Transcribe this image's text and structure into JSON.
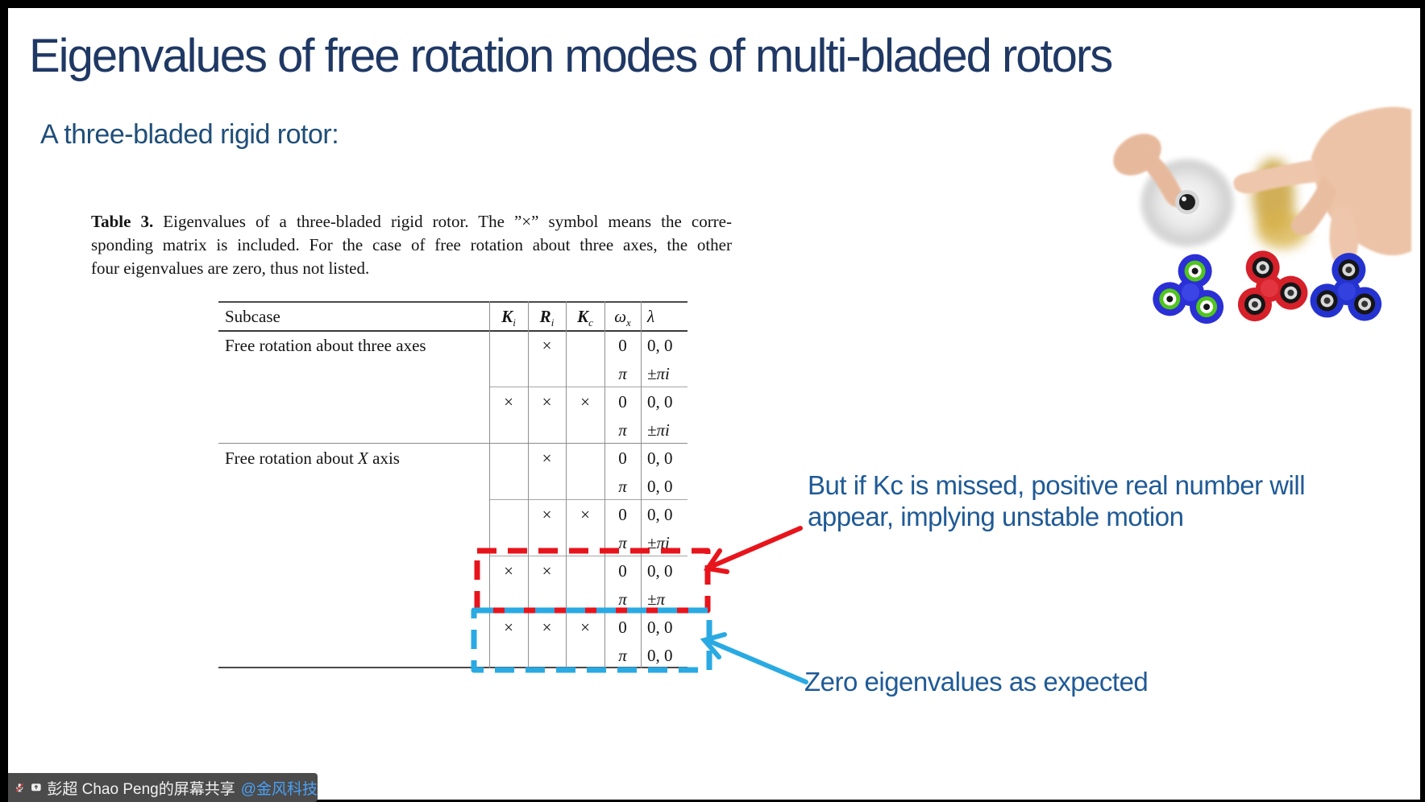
{
  "slide": {
    "title": "Eigenvalues of free rotation modes of multi-bladed rotors",
    "subtitle": "A three-bladed rigid rotor:"
  },
  "caption": {
    "label": "Table 3.",
    "line1_rest": " Eigenvalues of a three-bladed rigid rotor. The ”×” symbol means the corre-",
    "line2": "sponding matrix is included. For the case of free rotation about three axes, the other",
    "line3": "four eigenvalues are zero, thus not listed."
  },
  "table": {
    "headers": {
      "subcase": "Subcase",
      "ki_main": "K",
      "ki_sub": "i",
      "ri_main": "R",
      "ri_sub": "i",
      "kc_main": "K",
      "kc_sub": "c",
      "wx_main": "ω",
      "wx_sub": "x",
      "lambda": "λ"
    },
    "rows": [
      {
        "sub_pre": "Free rotation about three axes",
        "sub_math": "",
        "sub_post": "",
        "ki": "",
        "ri": "×",
        "kc": "",
        "w1": "0",
        "l1": "0, 0",
        "w2": "π",
        "l2": "±πi"
      },
      {
        "sub_pre": "",
        "sub_math": "",
        "sub_post": "",
        "ki": "×",
        "ri": "×",
        "kc": "×",
        "w1": "0",
        "l1": "0, 0",
        "w2": "π",
        "l2": "±πi"
      },
      {
        "sub_pre": "Free rotation about ",
        "sub_math": "X",
        "sub_post": " axis",
        "ki": "",
        "ri": "×",
        "kc": "",
        "w1": "0",
        "l1": "0, 0",
        "w2": "π",
        "l2": "0, 0"
      },
      {
        "sub_pre": "",
        "sub_math": "",
        "sub_post": "",
        "ki": "",
        "ri": "×",
        "kc": "×",
        "w1": "0",
        "l1": "0, 0",
        "w2": "π",
        "l2": "±πi"
      },
      {
        "sub_pre": "",
        "sub_math": "",
        "sub_post": "",
        "ki": "×",
        "ri": "×",
        "kc": "",
        "w1": "0",
        "l1": "0, 0",
        "w2": "π",
        "l2": "±π"
      },
      {
        "sub_pre": "",
        "sub_math": "",
        "sub_post": "",
        "ki": "×",
        "ri": "×",
        "kc": "×",
        "w1": "0",
        "l1": "0, 0",
        "w2": "π",
        "l2": "0, 0"
      }
    ]
  },
  "annotations": {
    "unstable_line1": "But if Kc is missed, positive real number will",
    "unstable_line2": "appear, implying unstable motion",
    "zero_eigen": "Zero eigenvalues as expected"
  },
  "status_bar": {
    "share_text": "彭超 Chao Peng的屏幕共享",
    "mention": "@金风科技"
  },
  "colors": {
    "title_navy": "#1f3864",
    "subtitle_blue": "#1f4e79",
    "annotation_blue": "#1f5a96",
    "highlight_red": "#e8141c",
    "highlight_cyan": "#29aae3",
    "statusbar_bg": "#4b4b4b",
    "mention_blue": "#4aa0f5",
    "spinner_blue": "#2a2fd6",
    "spinner_green_ring": "#52c41e",
    "spinner_red": "#d6202a"
  }
}
